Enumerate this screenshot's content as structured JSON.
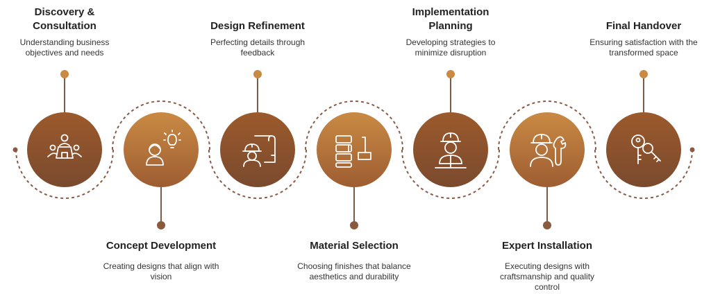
{
  "colors": {
    "top_circle_gradient": [
      "#9c5a2c",
      "#7a4a2e"
    ],
    "bottom_circle_gradient": [
      "#c98a44",
      "#9e5d32"
    ],
    "dot_top": "#c98a44",
    "dot_bottom": "#8a5a3e",
    "connector": "#7a5a48",
    "dashed_arc": "#8a5a44",
    "icon": "#ffffff"
  },
  "steps": [
    {
      "title": "Discovery & Consultation",
      "title_lines": [
        "Discovery &",
        "Consultation"
      ],
      "description_lines": [
        "Understanding business",
        "objectives and needs"
      ],
      "position": "top",
      "icon": "team-meeting-icon"
    },
    {
      "title": "Concept Development",
      "title_lines": [
        "Concept Development"
      ],
      "description_lines": [
        "Creating designs that align with",
        "vision"
      ],
      "position": "bottom",
      "icon": "idea-person-icon"
    },
    {
      "title": "Design Refinement",
      "title_lines": [
        "Design Refinement"
      ],
      "description_lines": [
        "Perfecting details through",
        "feedback"
      ],
      "position": "top",
      "icon": "engineer-blueprint-icon"
    },
    {
      "title": "Material Selection",
      "title_lines": [
        "Material Selection"
      ],
      "description_lines": [
        "Choosing finishes that balance",
        "aesthetics and durability"
      ],
      "position": "bottom",
      "icon": "bricks-trowel-icon"
    },
    {
      "title": "Implementation Planning",
      "title_lines": [
        "Implementation",
        "Planning"
      ],
      "description_lines": [
        "Developing strategies to",
        "minimize disruption"
      ],
      "position": "top",
      "icon": "worker-helmet-icon"
    },
    {
      "title": "Expert Installation",
      "title_lines": [
        "Expert Installation"
      ],
      "description_lines": [
        "Executing designs with",
        "craftsmanship and quality",
        "control"
      ],
      "position": "bottom",
      "icon": "worker-wrench-icon"
    },
    {
      "title": "Final Handover",
      "title_lines": [
        "Final Handover"
      ],
      "description_lines": [
        "Ensuring satisfaction with the",
        "transformed space"
      ],
      "position": "top",
      "icon": "keys-icon"
    }
  ]
}
